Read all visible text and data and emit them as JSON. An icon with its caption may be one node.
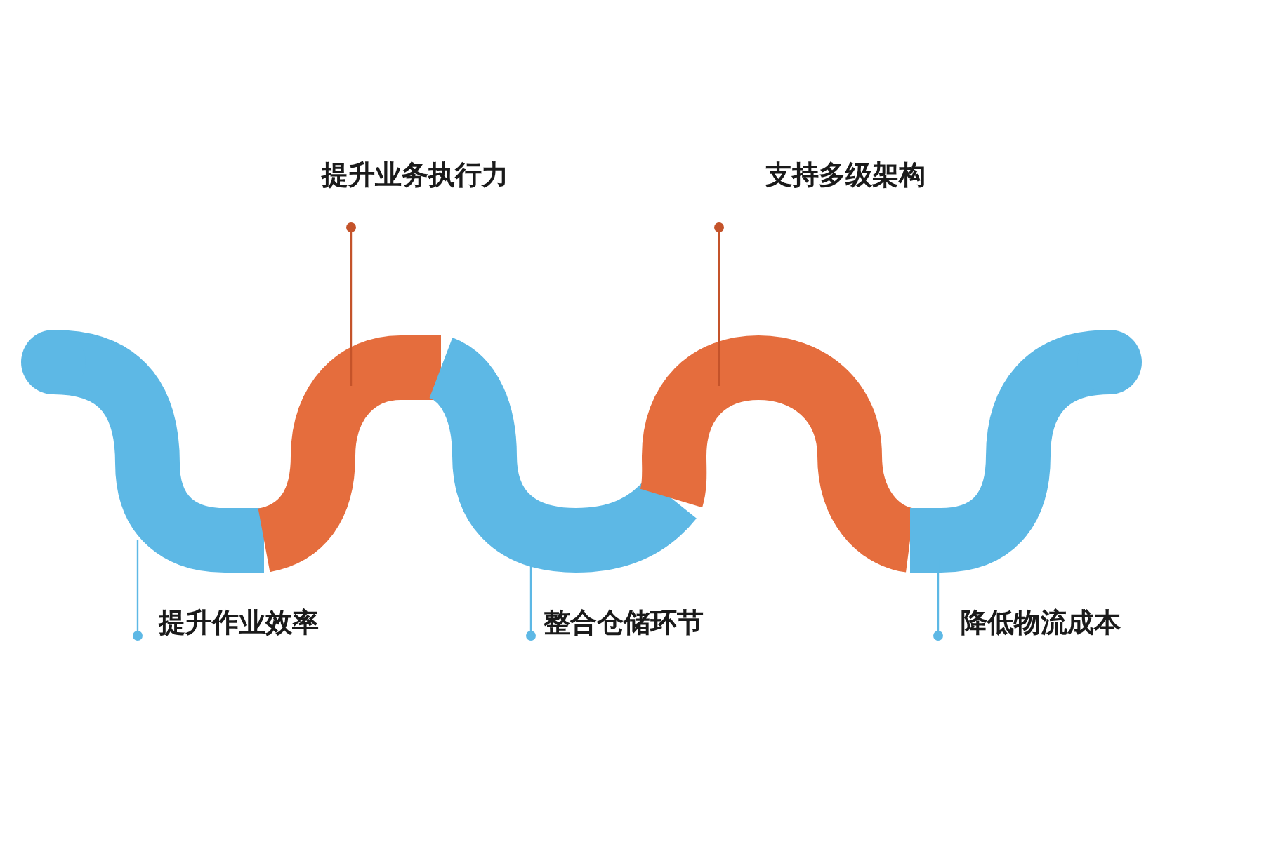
{
  "diagram": {
    "nodes": [
      {
        "text": [
          "提升业务执行力"
        ]
      },
      {
        "text": [
          "支持多级架构"
        ]
      },
      {
        "text": [],
        "shape": "band"
      },
      {
        "text": [],
        "shape": "band"
      },
      {
        "text": [],
        "shape": "band"
      },
      {
        "text": [],
        "shape": "band"
      },
      {
        "text": [],
        "shape": "band"
      },
      {
        "text": [
          "提升作业效率"
        ]
      },
      {
        "text": [
          "整合仓储环节"
        ]
      },
      {
        "text": [
          "降低物流成本"
        ]
      }
    ],
    "edges": [
      {
        "from": 0,
        "to": 3,
        "arrow": "other",
        "color": "#c4532a"
      },
      {
        "from": 1,
        "to": 5,
        "arrow": "other",
        "color": "#c4532a"
      },
      {
        "from": 7,
        "to": 2,
        "arrow": "other"
      },
      {
        "from": 8,
        "to": 4,
        "arrow": "other"
      },
      {
        "from": 9,
        "to": 6,
        "arrow": "other"
      }
    ]
  }
}
